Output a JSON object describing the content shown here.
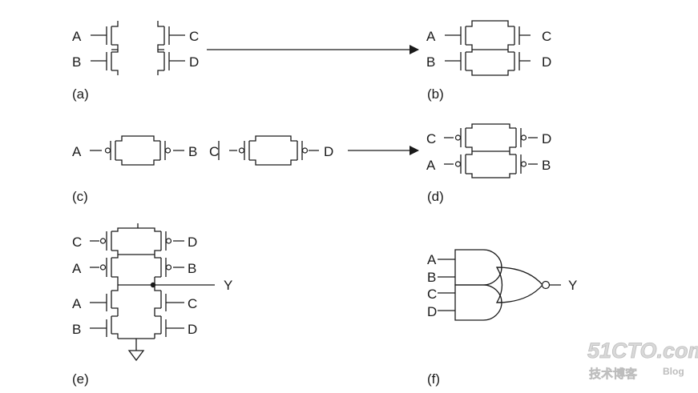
{
  "panels": {
    "a": {
      "caption": "(a)",
      "labels": [
        "A",
        "B",
        "C",
        "D"
      ]
    },
    "b": {
      "caption": "(b)",
      "labels": [
        "A",
        "B",
        "C",
        "D"
      ]
    },
    "c": {
      "caption": "(c)",
      "labels": [
        "A",
        "B",
        "C",
        "D"
      ]
    },
    "d": {
      "caption": "(d)",
      "labels": [
        "C",
        "D",
        "A",
        "B"
      ]
    },
    "e": {
      "caption": "(e)",
      "labels": [
        "C",
        "D",
        "A",
        "B",
        "Y",
        "A",
        "C",
        "B",
        "D"
      ]
    },
    "f": {
      "caption": "(f)",
      "labels": [
        "A",
        "B",
        "C",
        "D",
        "Y"
      ]
    }
  },
  "watermark": {
    "brand": "51CTO.com",
    "tagline": "技术博客",
    "blog": "Blog"
  }
}
